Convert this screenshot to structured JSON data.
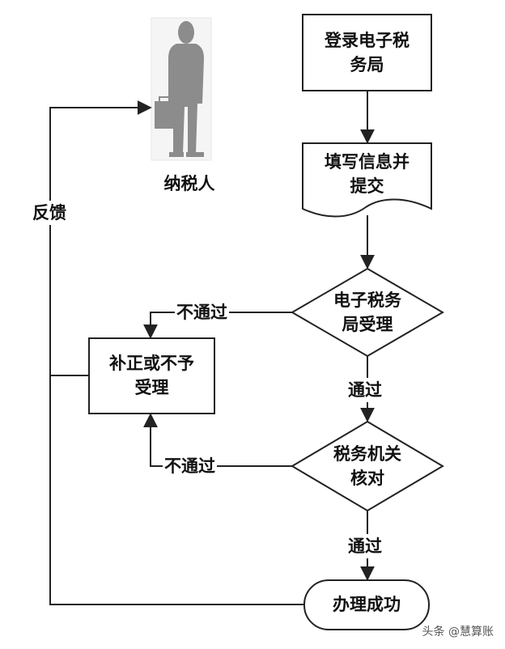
{
  "nodes": {
    "login": {
      "line1": "登录电子税",
      "line2": "务局"
    },
    "fill": {
      "line1": "填写信息并",
      "line2": "提交"
    },
    "accept": {
      "line1": "电子税务",
      "line2": "局受理"
    },
    "correct": {
      "line1": "补正或不予",
      "line2": "受理"
    },
    "verify": {
      "line1": "税务机关",
      "line2": "核对"
    },
    "success": {
      "text": "办理成功"
    }
  },
  "actor": {
    "label": "纳税人",
    "icon": "taxpayer-businessman-icon"
  },
  "edges": {
    "reject1": "不通过",
    "reject2": "不通过",
    "pass1": "通过",
    "pass2": "通过",
    "feedback": "反馈"
  },
  "watermark": "头条 @慧算账",
  "colors": {
    "stroke": "#222222",
    "figure": "#8c8c8c",
    "text": "#111111"
  }
}
